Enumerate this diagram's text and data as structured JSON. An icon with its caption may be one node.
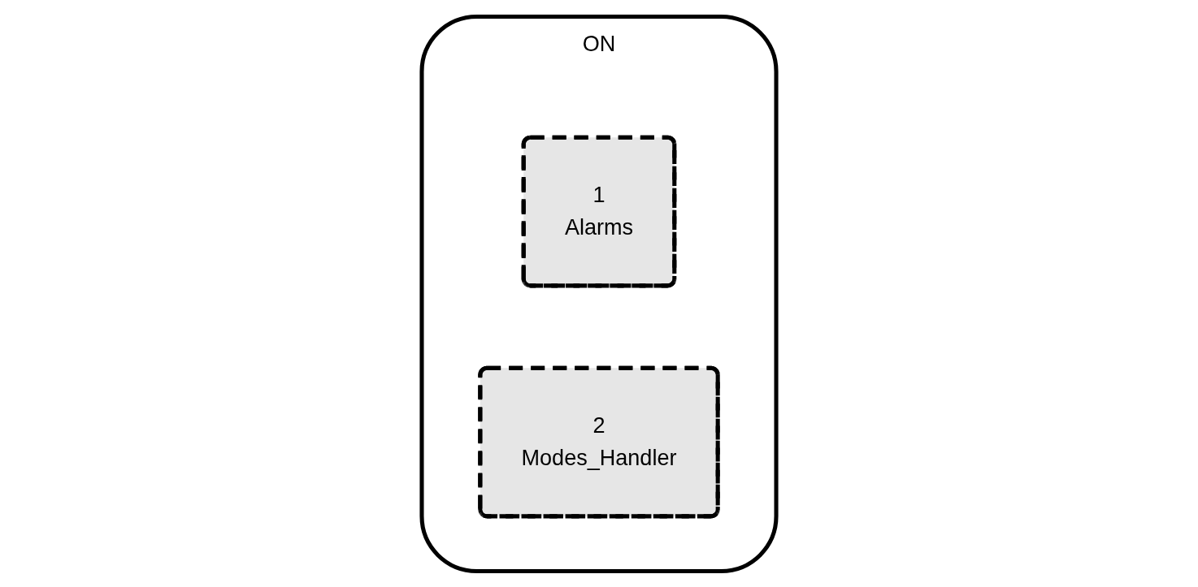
{
  "diagram": {
    "nodes": [
      {
        "text": [
          "ON"
        ]
      },
      {
        "text": [
          "1",
          "Alarms"
        ],
        "in": 0
      },
      {
        "text": [
          "2",
          "Modes_Handler"
        ],
        "in": 0
      }
    ],
    "edges": []
  }
}
